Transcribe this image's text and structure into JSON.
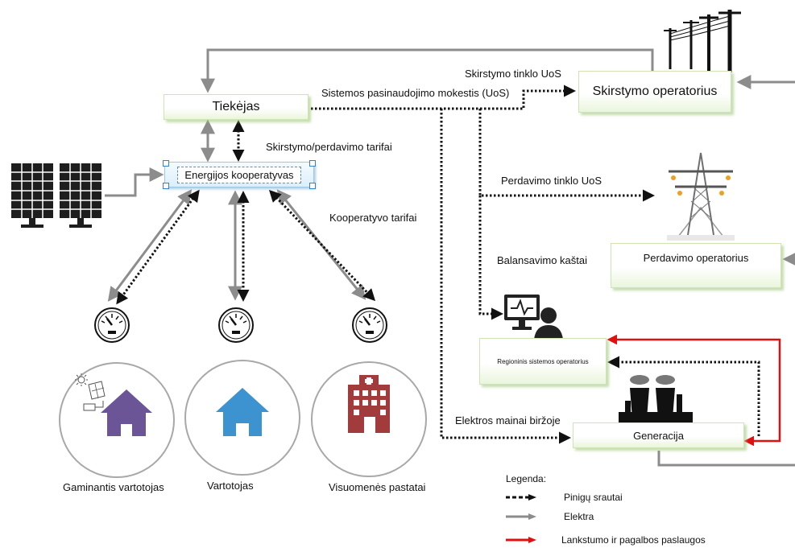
{
  "nodes": {
    "tiekejas": "Tiekėjas",
    "energijos_kooperatyvas": "Energijos kooperatyvas",
    "skirstymo_operatorius": "Skirstymo operatorius",
    "perdavimo_operatorius": "Perdavimo operatorius",
    "regioninis_sistemos_operatorius": "Regioninis sistemos operatorius",
    "generacija": "Generacija"
  },
  "consumers": {
    "gaminantis_vartotojas": "Gaminantis vartotojas",
    "vartotojas": "Vartotojas",
    "visuomenes_pastatai": "Visuomenės pastatai"
  },
  "flow_labels": {
    "skirstymo_tinklo_uos": "Skirstymo tinklo UoS",
    "sistemos_mokestis": "Sistemos pasinaudojimo mokestis (UoS)",
    "skirstymo_perdavimo_tarifai": "Skirstymo/perdavimo tarifai",
    "kooperatyvo_tarifai": "Kooperatyvo tarifai",
    "perdavimo_tinklo_uos": "Perdavimo tinklo UoS",
    "balansavimo_kastai": "Balansavimo kaštai",
    "elektros_mainai_birzoje": "Elektros mainai biržoje"
  },
  "legend": {
    "title": "Legenda:",
    "money_flows": "Pinigų srautai",
    "electricity": "Elektra",
    "flexibility_services": "Lankstumo ir pagalbos paslaugos"
  },
  "colors": {
    "electricity": "#8c8c8c",
    "money": "#111111",
    "flexibility": "#e01010",
    "consumer_house_purple": "#6b5596",
    "consumer_house_blue": "#3d92d0",
    "public_building": "#a23b3b"
  }
}
